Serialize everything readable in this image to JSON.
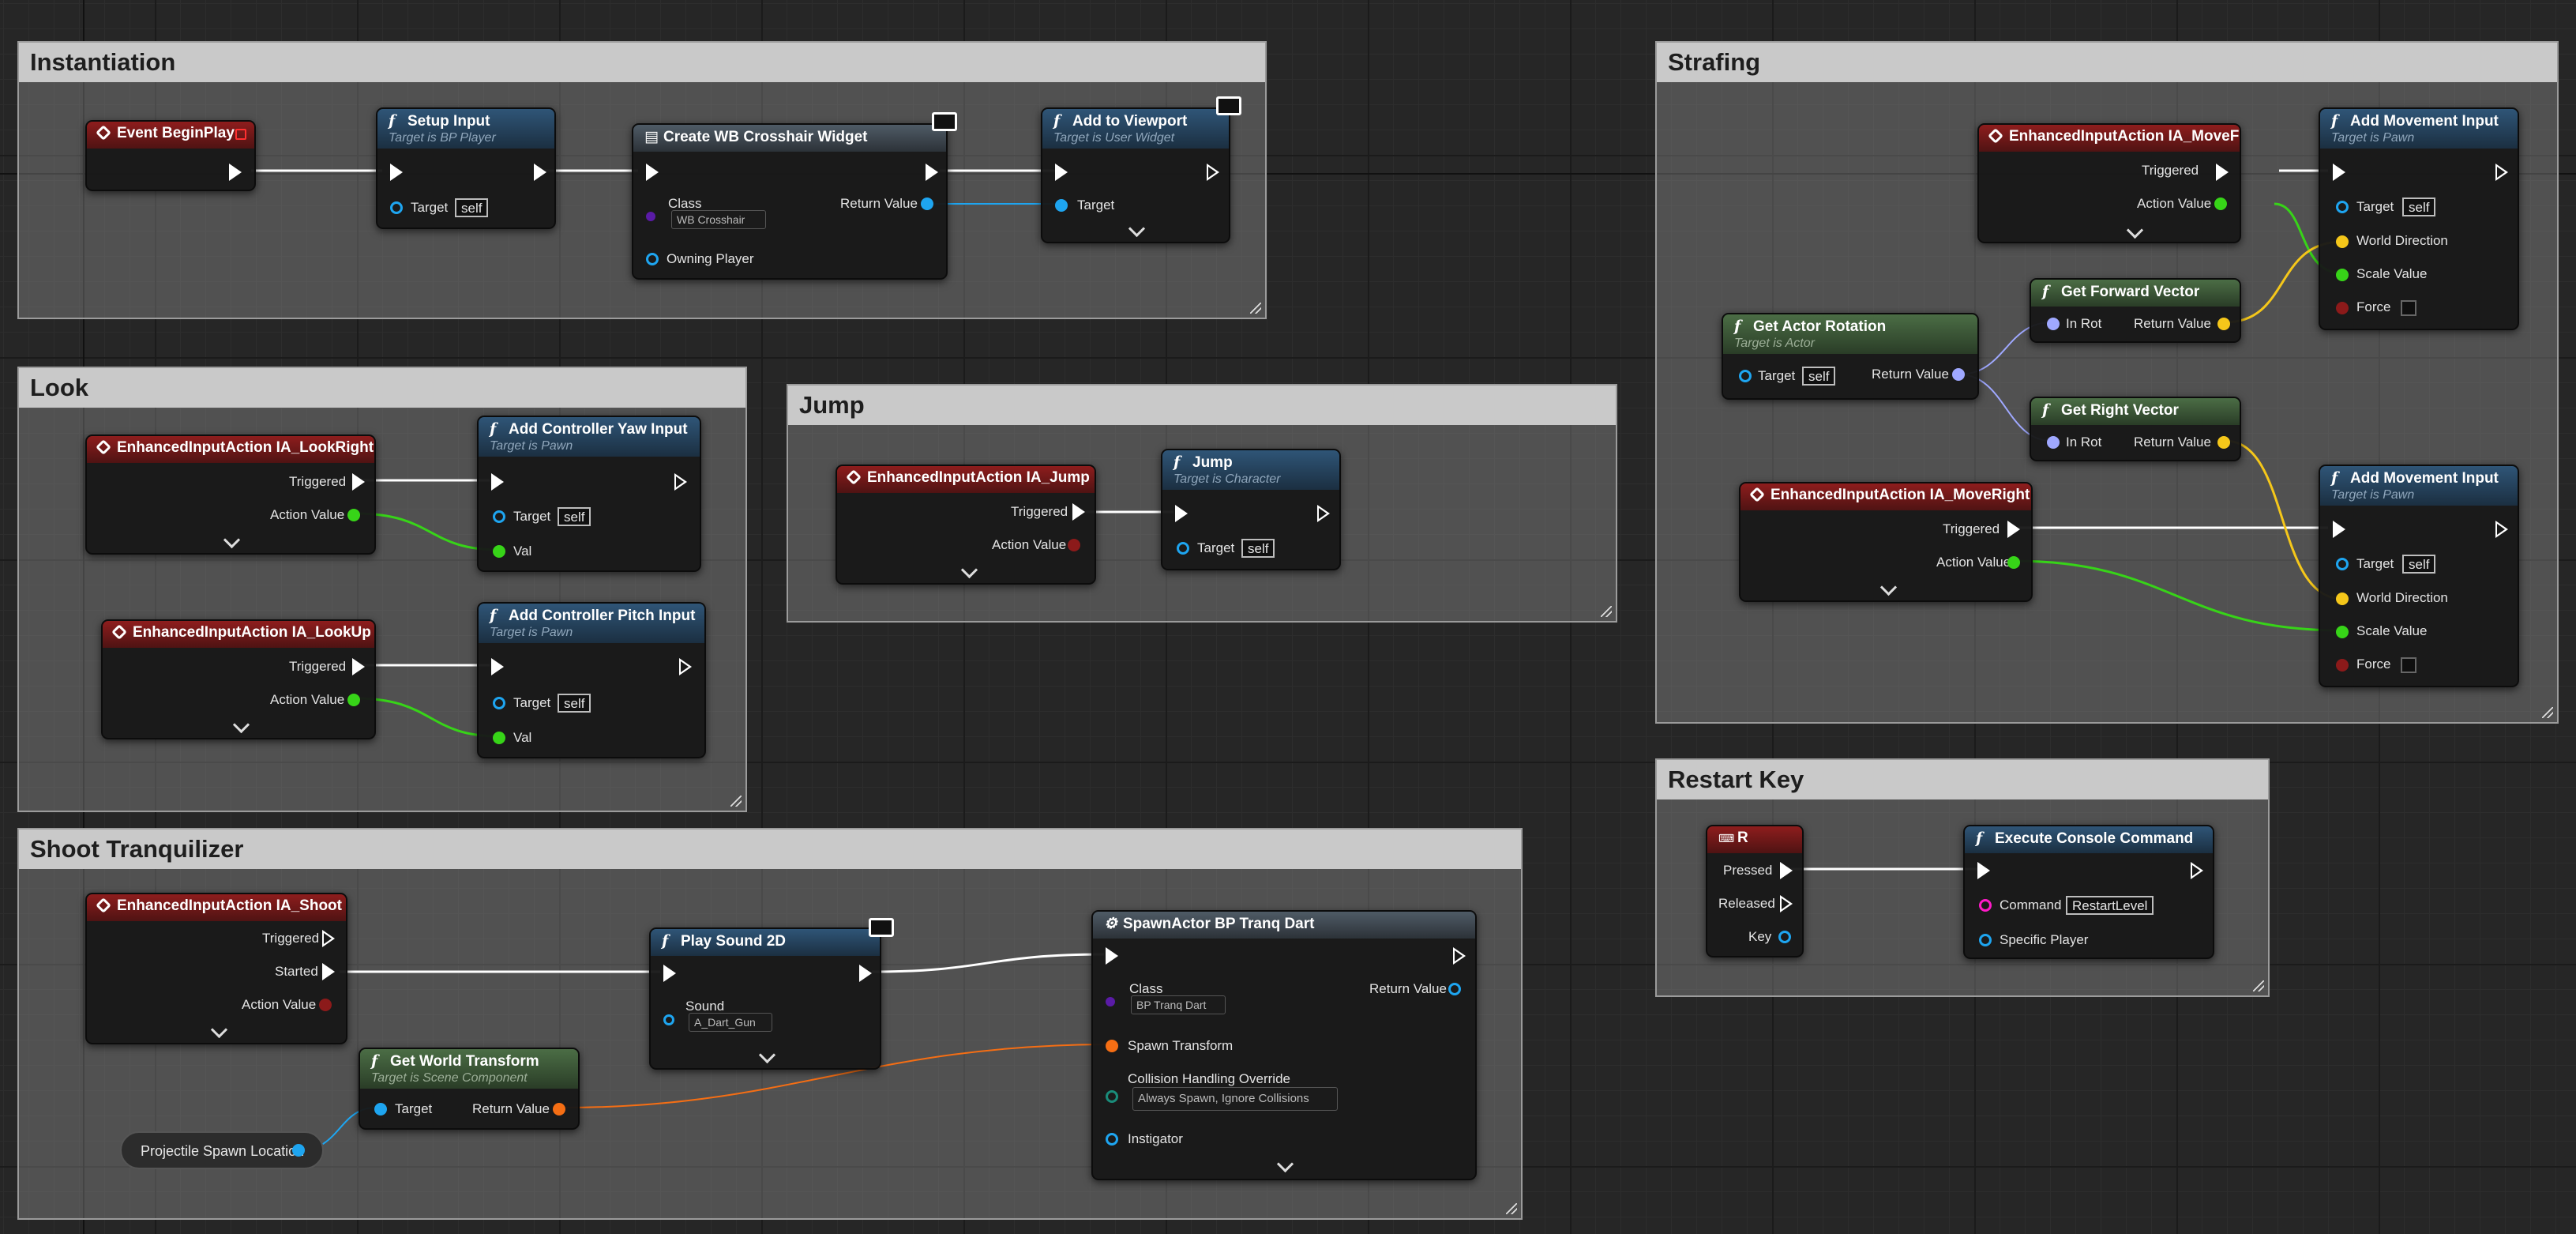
{
  "colors": {
    "exec": "#ffffff",
    "object": "#1ea5f0",
    "vector": "#f5c71a",
    "float": "#37d418",
    "rotator": "#9fa8ff",
    "transform": "#f56e14",
    "string": "#ff1ac8",
    "class": "#5a1ba6",
    "bool": "#8c1a1a"
  },
  "comments": {
    "instantiation": "Instantiation",
    "strafing": "Strafing",
    "look": "Look",
    "jump": "Jump",
    "shoot": "Shoot Tranquilizer",
    "restart": "Restart Key"
  },
  "nodes": {
    "begin_play": {
      "title": "Event BeginPlay"
    },
    "setup_input": {
      "title": "Setup Input",
      "subtitle": "Target is BP Player",
      "target": "Target",
      "self": "self"
    },
    "create_widget": {
      "title": "Create WB Crosshair Widget",
      "class": "Class",
      "class_value": "WB Crosshair",
      "return": "Return Value",
      "owning": "Owning Player"
    },
    "add_viewport": {
      "title": "Add to Viewport",
      "subtitle": "Target is User Widget",
      "target": "Target"
    },
    "move_forward": {
      "title": "EnhancedInputAction IA_MoveForward",
      "triggered": "Triggered",
      "action_value": "Action Value"
    },
    "add_move_1": {
      "title": "Add Movement Input",
      "subtitle": "Target is Pawn",
      "target": "Target",
      "self": "self",
      "world_dir": "World Direction",
      "scale": "Scale Value",
      "force": "Force"
    },
    "get_actor_rot": {
      "title": "Get Actor Rotation",
      "subtitle": "Target is Actor",
      "target": "Target",
      "self": "self",
      "return": "Return Value"
    },
    "get_fwd": {
      "title": "Get Forward Vector",
      "in_rot": "In Rot",
      "return": "Return Value"
    },
    "get_right": {
      "title": "Get Right Vector",
      "in_rot": "In Rot",
      "return": "Return Value"
    },
    "move_right": {
      "title": "EnhancedInputAction IA_MoveRight",
      "triggered": "Triggered",
      "action_value": "Action Value"
    },
    "add_move_2": {
      "title": "Add Movement Input",
      "subtitle": "Target is Pawn",
      "target": "Target",
      "self": "self",
      "world_dir": "World Direction",
      "scale": "Scale Value",
      "force": "Force"
    },
    "look_right": {
      "title": "EnhancedInputAction IA_LookRight",
      "triggered": "Triggered",
      "action_value": "Action Value"
    },
    "yaw": {
      "title": "Add Controller Yaw Input",
      "subtitle": "Target is Pawn",
      "target": "Target",
      "self": "self",
      "val": "Val"
    },
    "look_up": {
      "title": "EnhancedInputAction IA_LookUp",
      "triggered": "Triggered",
      "action_value": "Action Value"
    },
    "pitch": {
      "title": "Add Controller Pitch Input",
      "subtitle": "Target is Pawn",
      "target": "Target",
      "self": "self",
      "val": "Val"
    },
    "ia_jump": {
      "title": "EnhancedInputAction IA_Jump",
      "triggered": "Triggered",
      "action_value": "Action Value"
    },
    "jump": {
      "title": "Jump",
      "subtitle": "Target is Character",
      "target": "Target",
      "self": "self"
    },
    "ia_shoot": {
      "title": "EnhancedInputAction IA_Shoot",
      "triggered": "Triggered",
      "started": "Started",
      "action_value": "Action Value"
    },
    "play_sound": {
      "title": "Play Sound 2D",
      "sound": "Sound",
      "sound_value": "A_Dart_Gun"
    },
    "spawn": {
      "title": "SpawnActor BP Tranq Dart",
      "class": "Class",
      "class_value": "BP Tranq Dart",
      "return": "Return Value",
      "spawn_transform": "Spawn Transform",
      "collision": "Collision Handling Override",
      "collision_value": "Always Spawn, Ignore Collisions",
      "instigator": "Instigator"
    },
    "world_transform": {
      "title": "Get World Transform",
      "subtitle": "Target is Scene Component",
      "target": "Target",
      "return": "Return Value"
    },
    "spawn_loc": {
      "label": "Projectile Spawn Location"
    },
    "key_r": {
      "title": "R",
      "pressed": "Pressed",
      "released": "Released",
      "key": "Key"
    },
    "console": {
      "title": "Execute Console Command",
      "command": "Command",
      "command_value": "RestartLevel",
      "player": "Specific Player"
    }
  }
}
